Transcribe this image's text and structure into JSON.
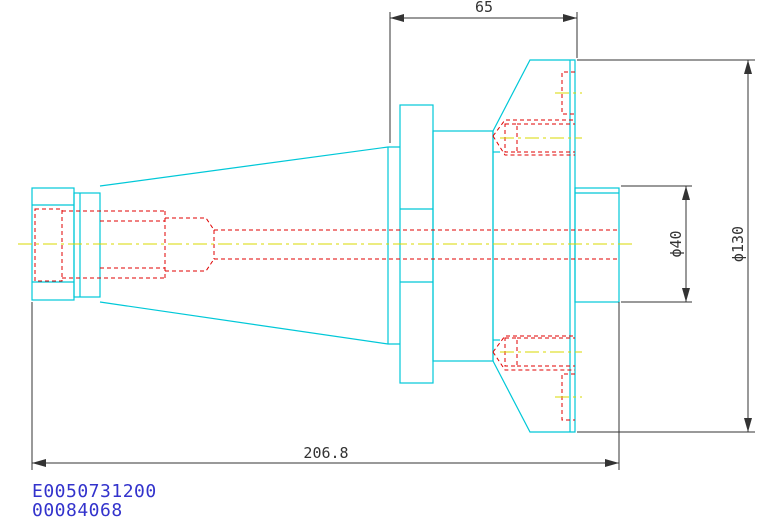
{
  "drawing": {
    "dimensions": {
      "top_length": "65",
      "total_length": "206.8",
      "dia_small": "ϕ40",
      "dia_large": "ϕ130"
    },
    "colors": {
      "outline": "#00c8d8",
      "hidden": "#e00000",
      "centerline": "#d8d800",
      "dimension": "#333333",
      "caption": "#3333cc"
    }
  },
  "captions": {
    "code": "E0050731200",
    "number": "00084068"
  }
}
